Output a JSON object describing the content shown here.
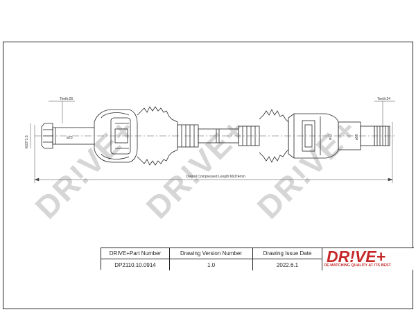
{
  "watermark": "DR!VE+",
  "drawing": {
    "teeth_left": "Teeth:26",
    "teeth_right": "Teeth:24",
    "thread_left": "M22*1.5",
    "dim_left": "ø25",
    "dim_right": "ø55",
    "dim_mid": "ø33",
    "length_label": "Overall  Compressed  Length:660±4mm"
  },
  "title_block": {
    "headers": [
      "DRIVE+Part Number",
      "Drawing Version Number",
      "Drawing Issue Date"
    ],
    "values": [
      "DP2110.10.0914",
      "1.0",
      "2022.6.1"
    ]
  },
  "logo": {
    "text": "DR!VE+",
    "tagline": "OE MATCHING QUALITY AT ITS BEST"
  },
  "colors": {
    "brand": "#c62828",
    "line": "#222222",
    "watermark": "#d6d6d6"
  }
}
